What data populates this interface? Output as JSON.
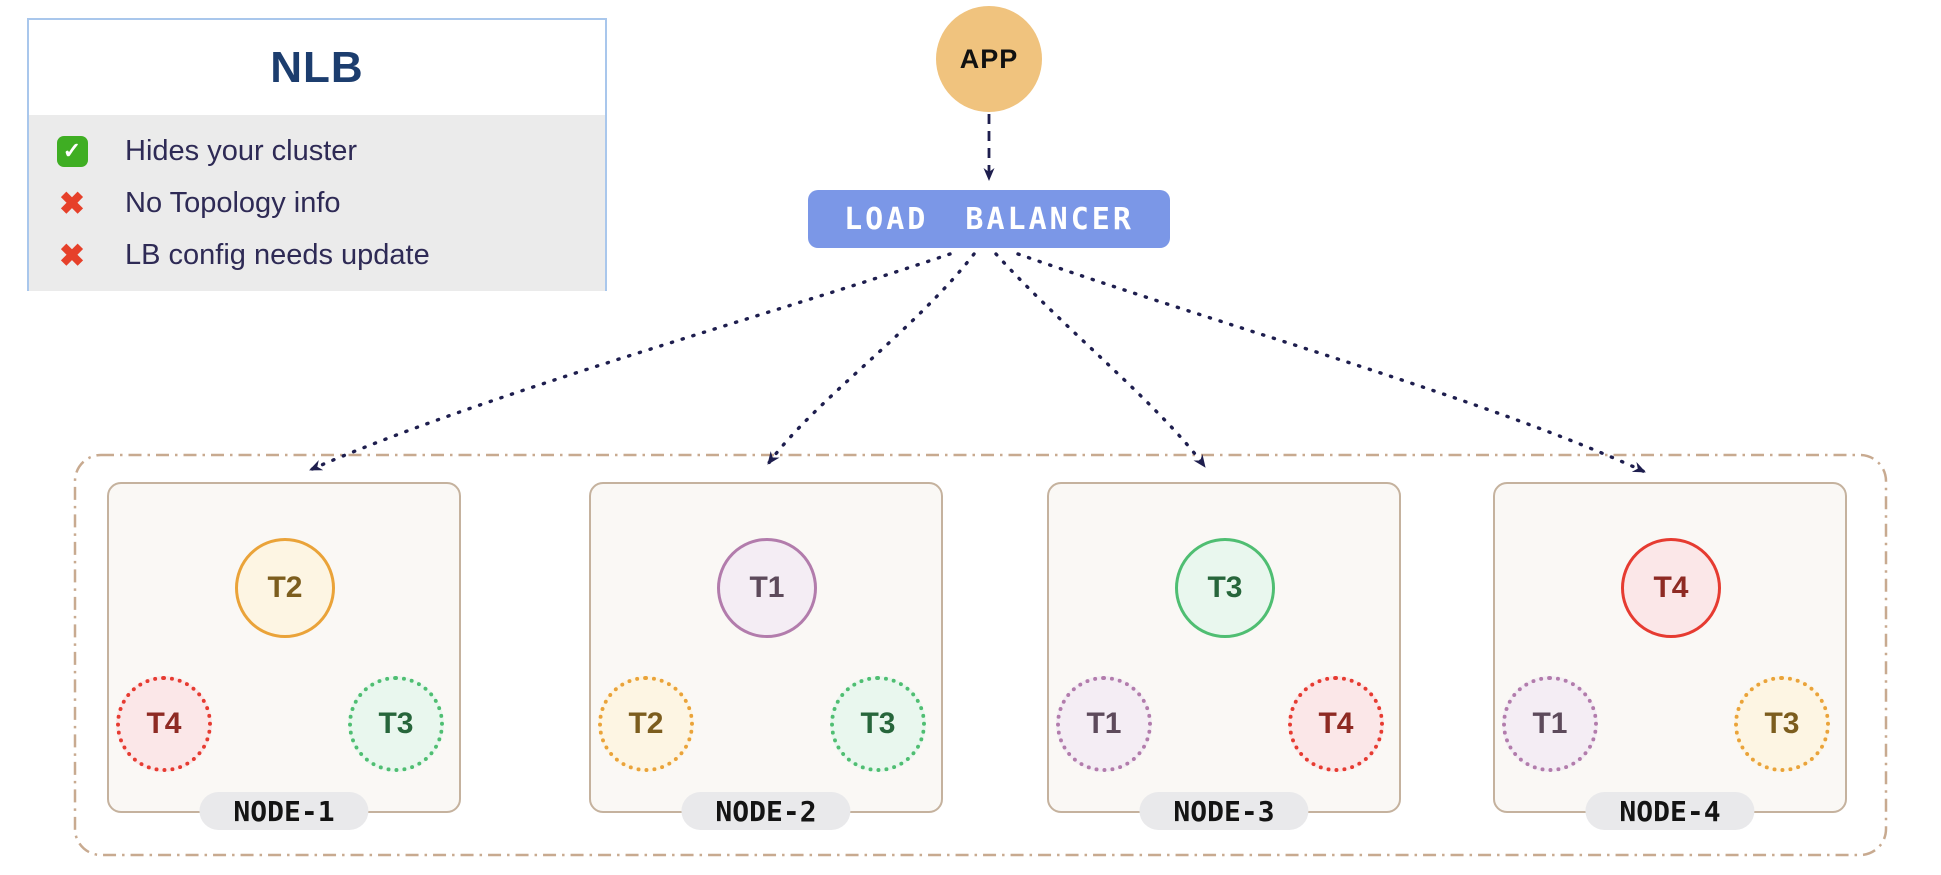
{
  "legend": {
    "title": "NLB",
    "items": [
      {
        "icon": "check",
        "label": "Hides your cluster"
      },
      {
        "icon": "cross",
        "label": "No Topology info"
      },
      {
        "icon": "cross",
        "label": "LB config needs update"
      }
    ]
  },
  "app": {
    "label": "APP"
  },
  "load_balancer": {
    "label": "LOAD BALANCER"
  },
  "cluster": {
    "nodes": [
      {
        "name": "NODE-1",
        "primary": {
          "label": "T2",
          "tone": "orange"
        },
        "replicas": [
          {
            "label": "T4",
            "tone": "red"
          },
          {
            "label": "T3",
            "tone": "green"
          }
        ]
      },
      {
        "name": "NODE-2",
        "primary": {
          "label": "T1",
          "tone": "purple"
        },
        "replicas": [
          {
            "label": "T2",
            "tone": "orange"
          },
          {
            "label": "T3",
            "tone": "green"
          }
        ]
      },
      {
        "name": "NODE-3",
        "primary": {
          "label": "T3",
          "tone": "green"
        },
        "replicas": [
          {
            "label": "T1",
            "tone": "purple"
          },
          {
            "label": "T4",
            "tone": "red"
          }
        ]
      },
      {
        "name": "NODE-4",
        "primary": {
          "label": "T4",
          "tone": "red"
        },
        "replicas": [
          {
            "label": "T1",
            "tone": "purple"
          },
          {
            "label": "T3",
            "tone": "orange"
          }
        ]
      }
    ]
  },
  "colors": {
    "app_fill": "#f0c37e",
    "lb_fill": "#7b97e7",
    "arrow": "#1e1e4e",
    "legend_border": "#a9c7ec",
    "legend_title_text": "#1c3d6e",
    "legend_item_text": "#2e2a55",
    "legend_list_bg": "#ebebeb",
    "check_green": "#3fae23",
    "cross_red": "#e6402a",
    "cluster_border": "#c8aa90",
    "node_bg": "#faf8f5",
    "node_border": "#c5b29e",
    "node_label_bg": "#e9e9eb",
    "tones": {
      "orange": {
        "border": "#eaa339",
        "fill": "#fdf5e3",
        "text": "#7c5d1e"
      },
      "red": {
        "border": "#e63b31",
        "fill": "#fbe7e8",
        "text": "#8e2a23"
      },
      "green": {
        "border": "#4fbe72",
        "fill": "#e9f7ee",
        "text": "#27663b"
      },
      "purple": {
        "border": "#b27cac",
        "fill": "#f4edf4",
        "text": "#5d4a5b"
      }
    }
  }
}
